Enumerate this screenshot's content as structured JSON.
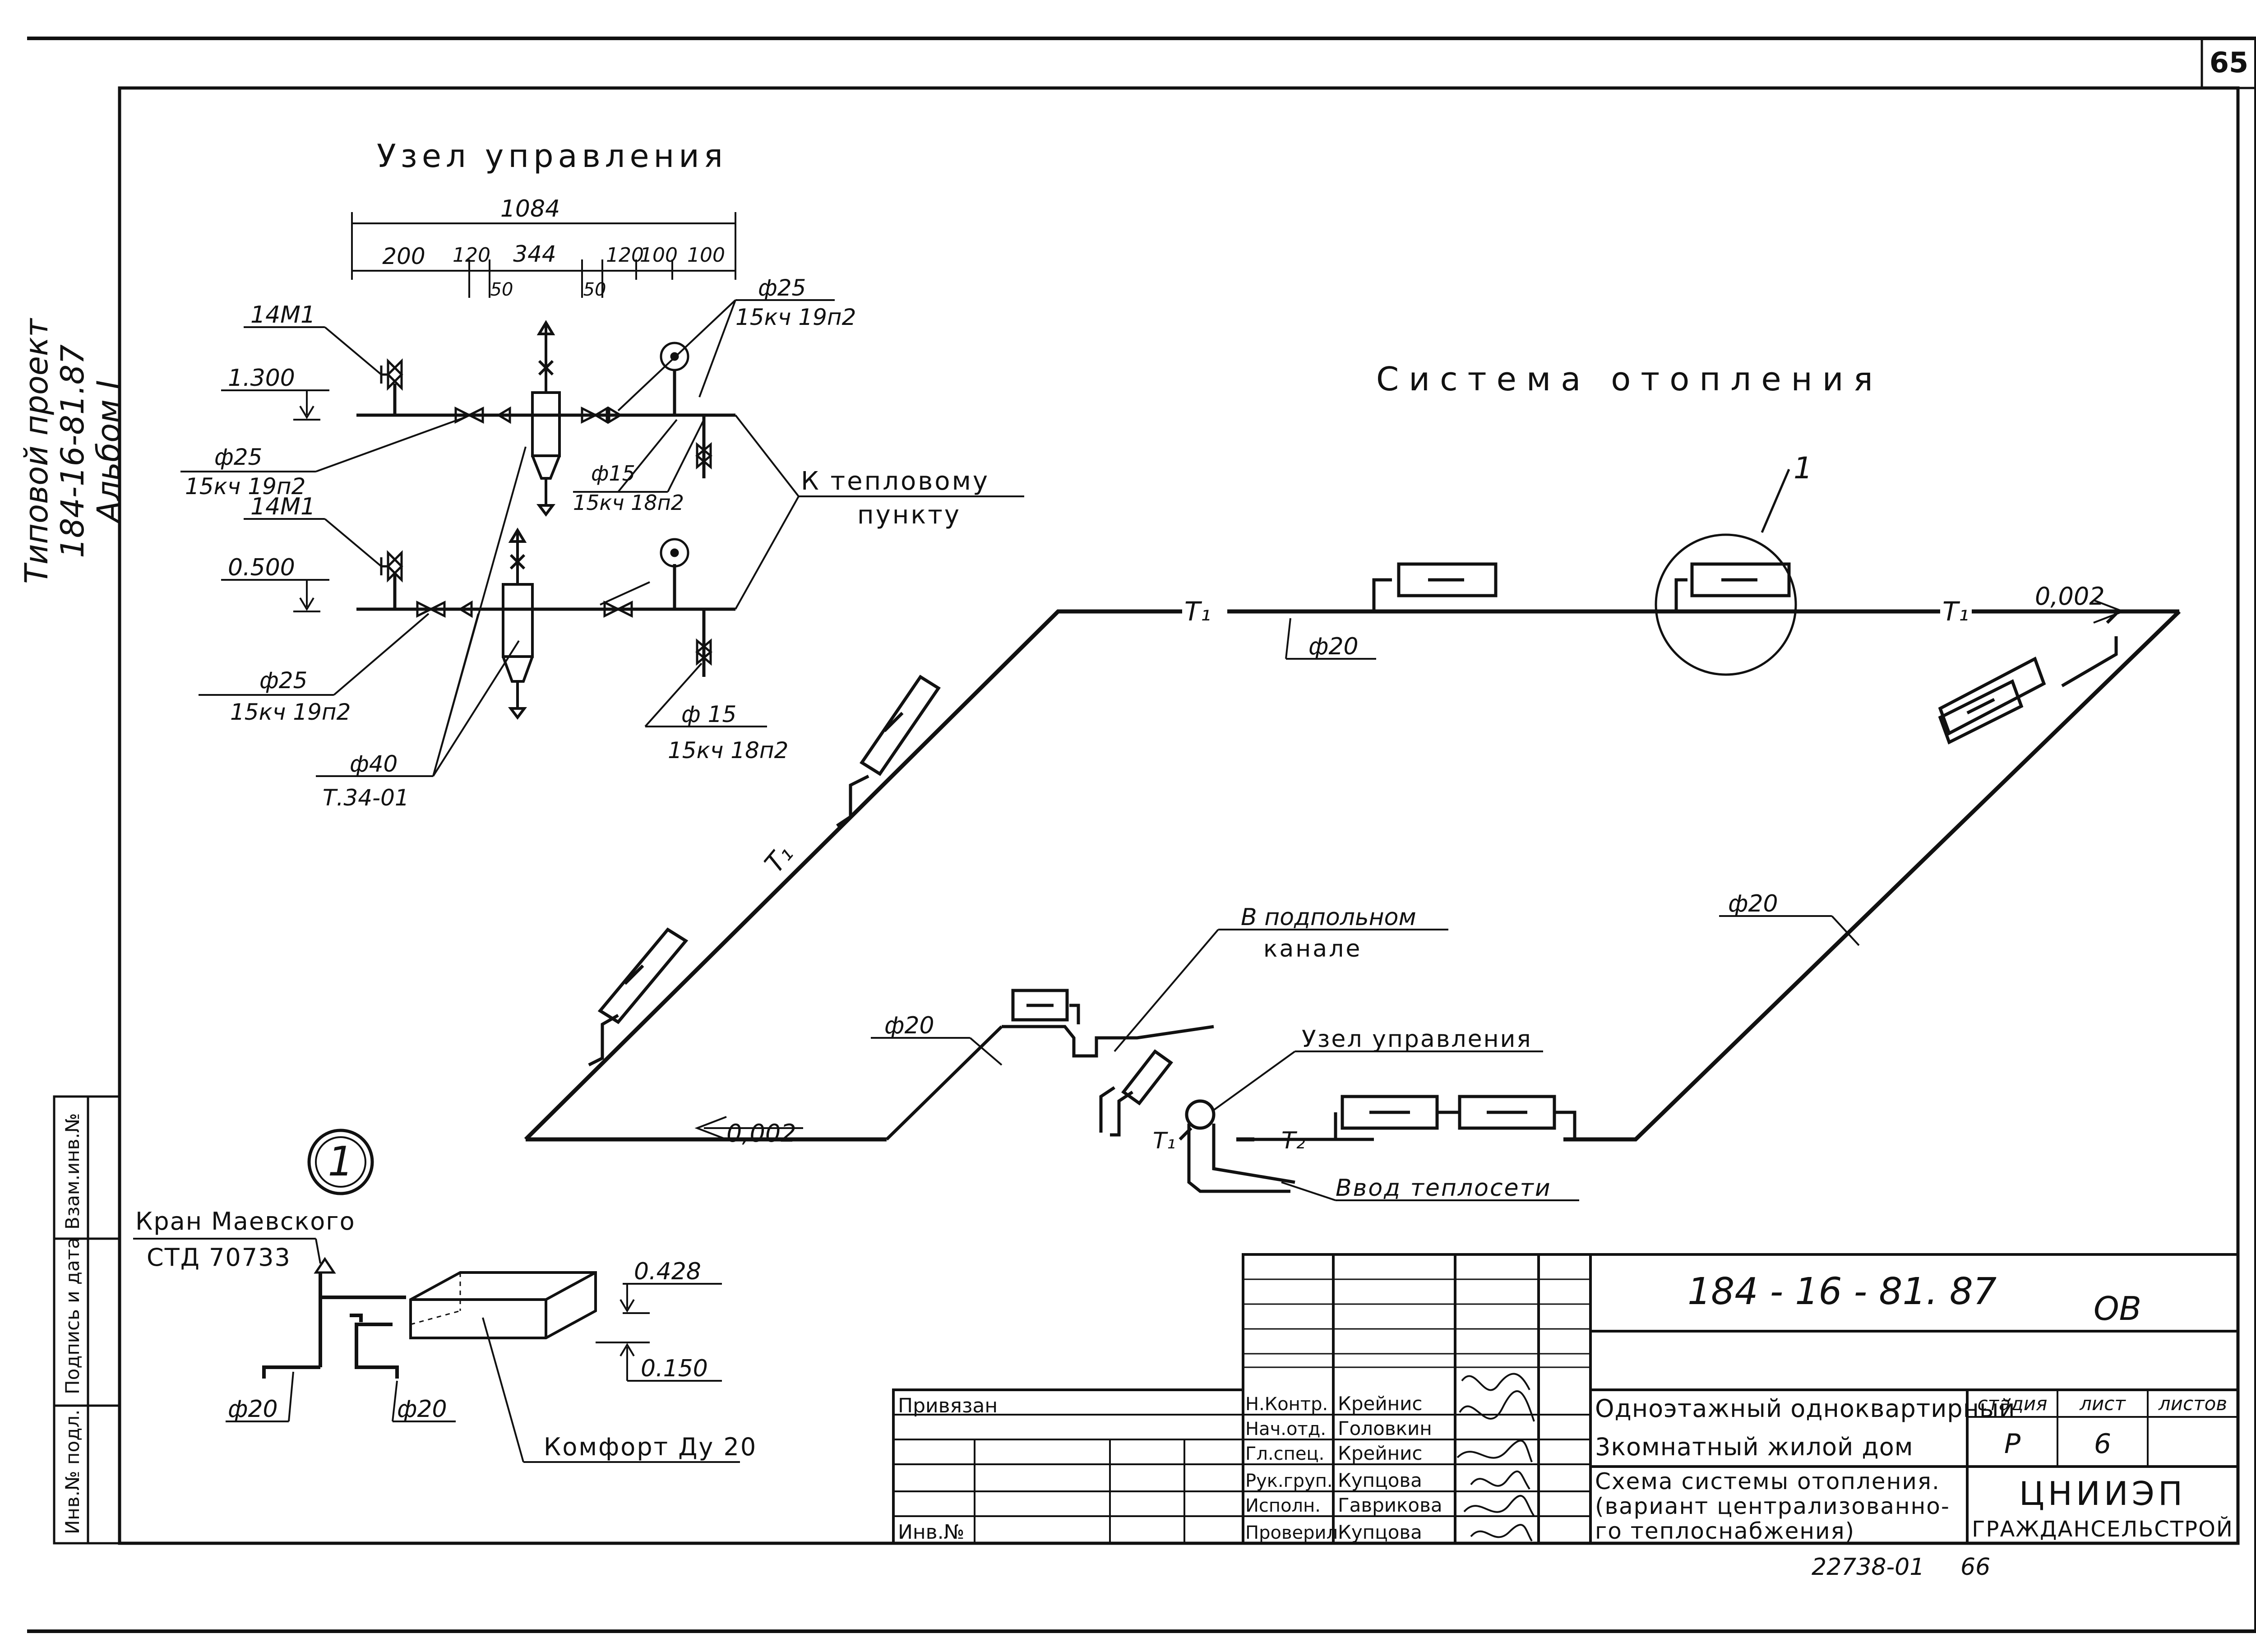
{
  "sheet": {
    "page_number": "65",
    "side_stamp": {
      "line1": "Типовой проект",
      "line2": "184-16-81.87",
      "line3": "Альбом I"
    },
    "side_columns": [
      "Инв.№ подл.",
      "Подпись и дата",
      "Взам.инв.№"
    ]
  },
  "control_node": {
    "title": "Узел управления",
    "dims": {
      "total": "1084",
      "d200": "200",
      "d120a": "120",
      "d344": "344",
      "d120b": "120",
      "d100a": "100",
      "d100b": "100",
      "d50a": "50",
      "d50b": "50"
    },
    "valve_upper": "14М1",
    "valve_lower": "14М1",
    "mark_upper": "1.300",
    "mark_lower": "0.500",
    "phi25_upper_right": "ф25",
    "phi25_upper_right_code": "15кч 19п2",
    "phi25_upper_left": "ф25",
    "phi25_upper_left_code": "15кч 19п2",
    "phi15_upper": "ф15",
    "phi15_upper_code": "15кч 18п2",
    "to_heat_point_1": "К тепловому",
    "to_heat_point_2": "пункту",
    "phi25_lower": "ф25",
    "phi25_lower_code": "15кч 19п2",
    "phi15_lower": "ф 15",
    "phi15_lower_code": "15кч 18п2",
    "phi40": "ф40",
    "phi40_code": "Т.34-01"
  },
  "heating_system": {
    "title": "Система отопления",
    "t1_labels": [
      "T₁",
      "T₁",
      "T₁",
      "T₁"
    ],
    "t2_label": "T₂",
    "phi20_labels": [
      "ф20",
      "ф20",
      "ф20"
    ],
    "slope_right": "0,002",
    "slope_left": "0,002",
    "callout_1": "1",
    "underfloor_1": "В подпольном",
    "underfloor_2": "канале",
    "control_node_label": "Узел управления",
    "network_input": "Ввод теплосети"
  },
  "detail": {
    "marker": "1",
    "mayevsky_1": "Кран Маевского",
    "mayevsky_2": "СТД 70733",
    "mark_top": "0.428",
    "mark_bottom": "0.150",
    "phi20_left": "ф20",
    "phi20_right": "ф20",
    "radiator": "Комфорт Ду 20"
  },
  "title_block": {
    "doc_code": "184 - 16 - 81. 87",
    "mark": "ОВ",
    "project_1": "Одноэтажный одноквартирный",
    "project_2": "3комнатный жилой дом",
    "drawing_1": "Схема системы отопления.",
    "drawing_2": "(вариант централизованно-",
    "drawing_3": "го теплоснабжения)",
    "head_stage": "стадия",
    "head_sheet": "лист",
    "head_sheets": "листов",
    "stage": "Р",
    "sheet_no": "6",
    "org_1": "ЦНИИЭП",
    "org_2": "ГРАЖДАНСЕЛЬСТРОЙ",
    "privyazan": "Привязан",
    "inv_no": "Инв.№",
    "roles": [
      "Н.Контр.",
      "Нач.отд.",
      "Гл.спец.",
      "Рук.груп.",
      "Исполн.",
      "Проверил"
    ],
    "names": [
      "Крейнис",
      "Головкин",
      "Крейнис",
      "Купцова",
      "Гаврикова",
      "Купцова"
    ],
    "archive_no": "22738-01",
    "archive_page": "66"
  }
}
